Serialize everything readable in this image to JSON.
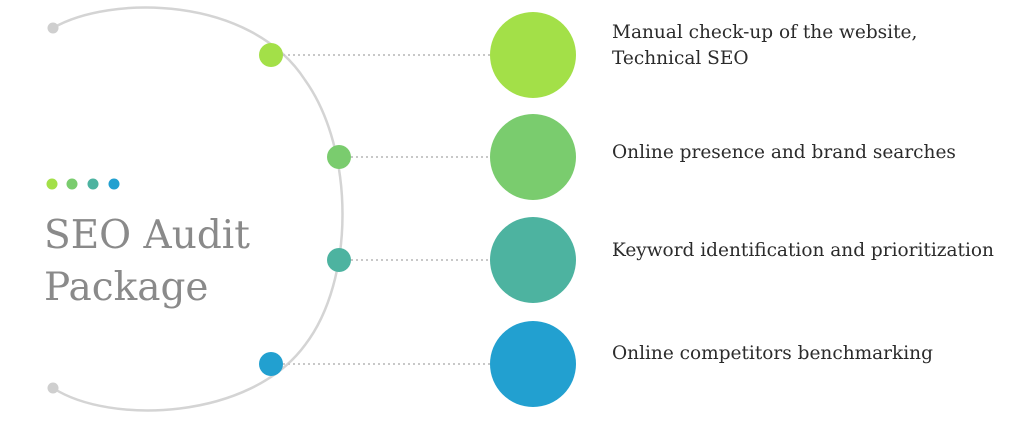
{
  "title": {
    "line1": "SEO Audit",
    "line2": "Package"
  },
  "colors": {
    "step1": "#a3e048",
    "step2": "#7acc6e",
    "step3": "#4db3a0",
    "step4": "#22a0d0",
    "arc": "#d4d4d4",
    "end_dot": "#cfcfcf",
    "connector": "#c8c8c8",
    "title": "#8a8a8a",
    "text": "#2b2b2b"
  },
  "steps": [
    {
      "lines": [
        "Manual check-up of the website,",
        "Technical SEO"
      ],
      "color": "#a3e048"
    },
    {
      "lines": [
        "Online presence and brand searches"
      ],
      "color": "#7acc6e"
    },
    {
      "lines": [
        "Keyword identification and prioritization"
      ],
      "color": "#4db3a0"
    },
    {
      "lines": [
        "Online competitors benchmarking"
      ],
      "color": "#22a0d0"
    }
  ]
}
